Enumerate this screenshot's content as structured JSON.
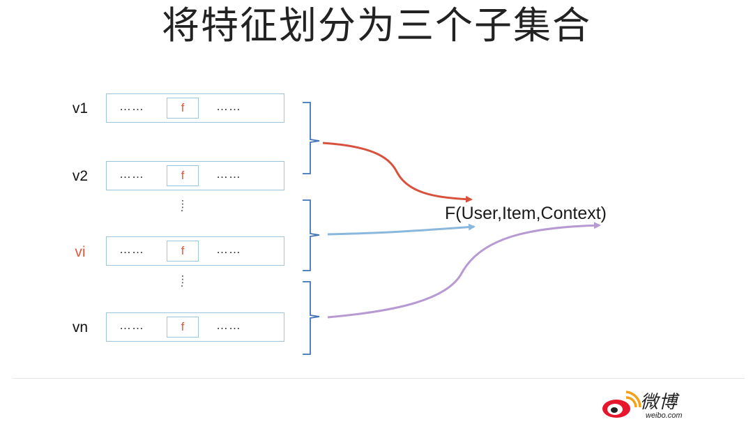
{
  "title": "将特征划分为三个子集合",
  "rows": [
    {
      "label": "v1",
      "left_dots": "……",
      "cell": "f",
      "right_dots": "……",
      "highlight": false
    },
    {
      "label": "v2",
      "left_dots": "……",
      "cell": "f",
      "right_dots": "……",
      "highlight": false
    },
    {
      "label": "vi",
      "left_dots": "……",
      "cell": "f",
      "right_dots": "……",
      "highlight": true
    },
    {
      "label": "vn",
      "left_dots": "……",
      "cell": "f",
      "right_dots": "……",
      "highlight": false
    }
  ],
  "vertical_ellipsis": ".\n.\n.",
  "formula": "F(User,Item,Context)",
  "colors": {
    "box_border": "#9cc6df",
    "bracket": "#3e74b5",
    "arrow_red": "#d9503c",
    "arrow_blue": "#8ab7dc",
    "arrow_purple": "#b79ad2",
    "highlight_text": "#e2593f"
  },
  "watermark": {
    "brand": "微博",
    "url": "weibo.com",
    "icon": "weibo-logo-icon"
  }
}
